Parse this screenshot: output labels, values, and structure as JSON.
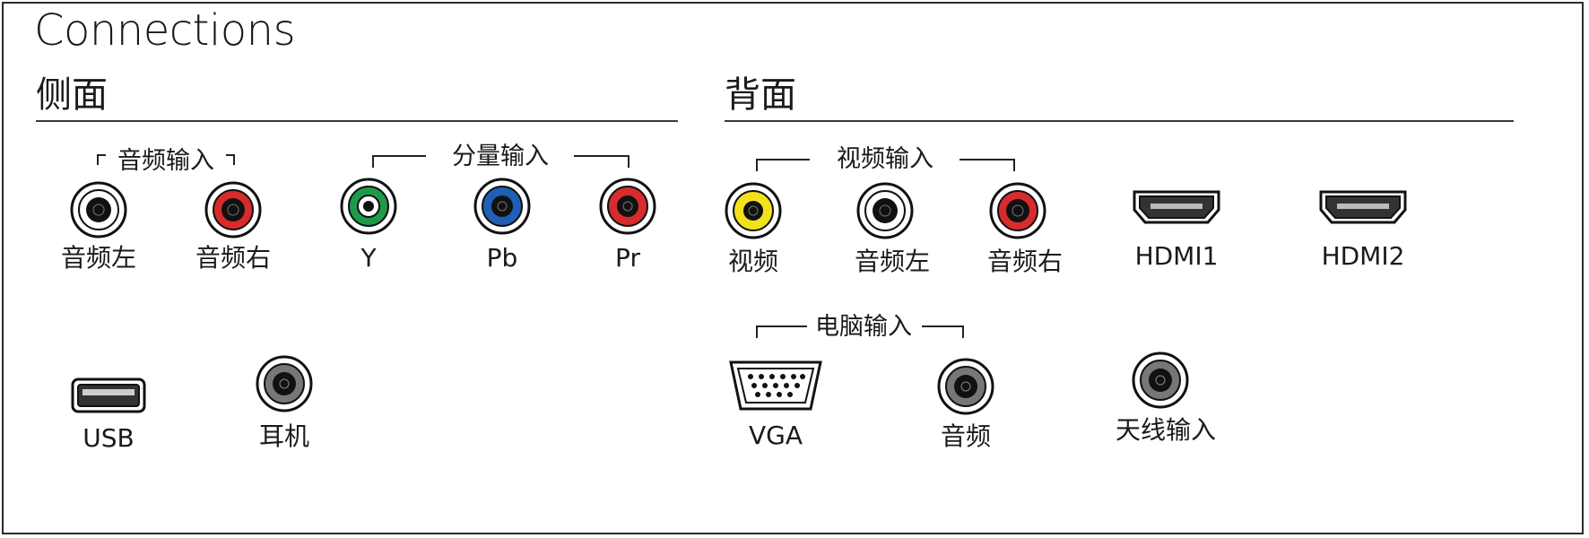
{
  "title": "Connections",
  "sections": {
    "side": "侧面",
    "back": "背面"
  },
  "groups": {
    "side_audio_in": "音频输入",
    "component_in": "分量输入",
    "video_in": "视频输入",
    "pc_in": "电脑输入"
  },
  "ports": {
    "side_audio_l": "音频左",
    "side_audio_r": "音频右",
    "comp_y": "Y",
    "comp_pb": "Pb",
    "comp_pr": "Pr",
    "video": "视频",
    "back_audio_l": "音频左",
    "back_audio_r": "音频右",
    "hdmi1": "HDMI1",
    "hdmi2": "HDMI2",
    "usb": "USB",
    "headphone": "耳机",
    "vga": "VGA",
    "pc_audio": "音频",
    "antenna": "天线输入"
  },
  "colors": {
    "white": "#ffffff",
    "red": "#d92b2b",
    "green": "#1e9a4a",
    "blue": "#1f5fb5",
    "yellow": "#f2e21c",
    "gray": "#8c8c8c"
  }
}
